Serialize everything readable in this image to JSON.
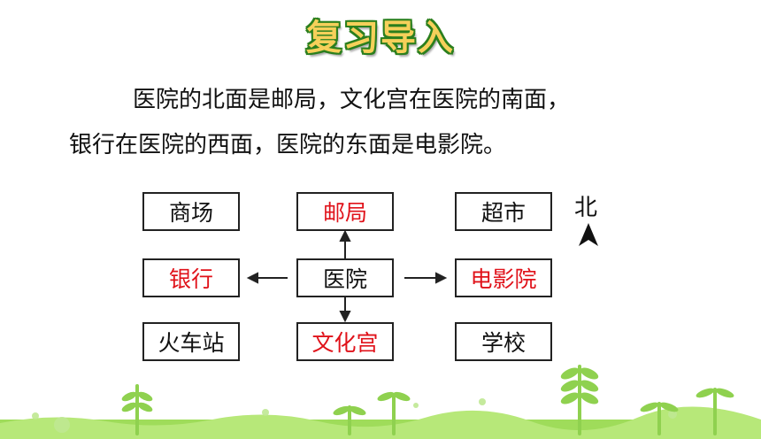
{
  "title": "复习导入",
  "paragraph": {
    "line1": "医院的北面是邮局，文化宫在医院的南面，",
    "line2": "银行在医院的西面，医院的东面是电影院。"
  },
  "map": {
    "mall": "商场",
    "post_office": "邮局",
    "supermarket": "超市",
    "bank": "银行",
    "hospital": "医院",
    "cinema": "电影院",
    "train_station": "火车站",
    "culture_palace": "文化宫",
    "school": "学校"
  },
  "compass": {
    "north_label": "北",
    "icon": "north-arrow-icon"
  },
  "colors": {
    "highlight": "#e0121a",
    "title_fill": "#f6d05a",
    "title_outline": "#2b7f1d",
    "grass": "#8fd14f"
  }
}
